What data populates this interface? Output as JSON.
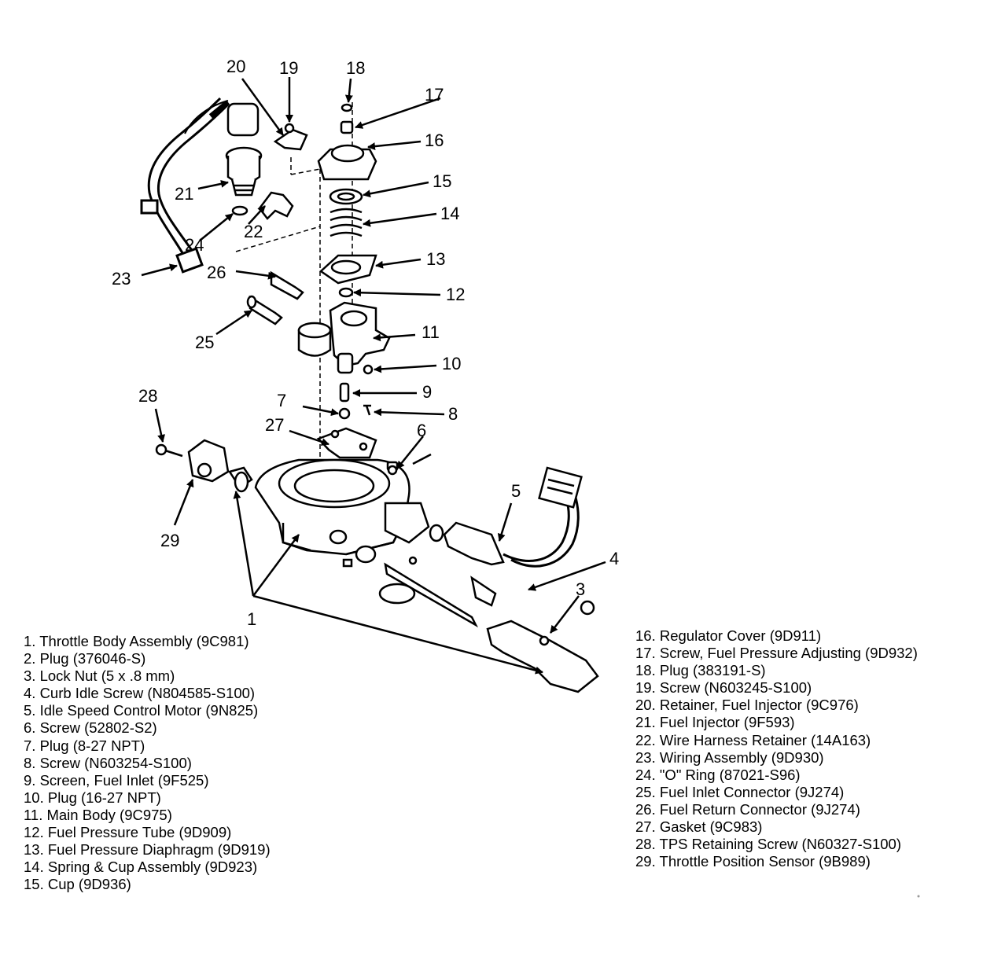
{
  "callouts": [
    "1",
    "3",
    "4",
    "5",
    "6",
    "7",
    "8",
    "9",
    "10",
    "11",
    "12",
    "13",
    "14",
    "15",
    "16",
    "17",
    "18",
    "19",
    "20",
    "21",
    "22",
    "23",
    "24",
    "25",
    "26",
    "27",
    "28",
    "29"
  ],
  "legend_left": [
    "1. Throttle Body Assembly (9C981)",
    "2. Plug (376046-S)",
    "3. Lock Nut (5 x .8 mm)",
    "4. Curb Idle Screw (N804585-S100)",
    "5. Idle Speed Control Motor (9N825)",
    "6. Screw (52802-S2)",
    "7. Plug (8-27 NPT)",
    "8. Screw (N603254-S100)",
    "9. Screen, Fuel Inlet (9F525)",
    "10. Plug (16-27 NPT)",
    "11. Main Body (9C975)",
    "12. Fuel Pressure Tube (9D909)",
    "13. Fuel Pressure Diaphragm (9D919)",
    "14. Spring & Cup Assembly (9D923)",
    "15. Cup (9D936)"
  ],
  "legend_right": [
    "16. Regulator Cover (9D911)",
    "17. Screw, Fuel Pressure Adjusting (9D932)",
    "18. Plug (383191-S)",
    "19. Screw (N603245-S100)",
    "20. Retainer, Fuel Injector (9C976)",
    "21. Fuel Injector (9F593)",
    "22. Wire Harness Retainer (14A163)",
    "23. Wiring Assembly (9D930)",
    "24. \"O\" Ring (87021-S96)",
    "25. Fuel Inlet Connector (9J274)",
    "26. Fuel Return Connector (9J274)",
    "27. Gasket (9C983)",
    "28. TPS Retaining Screw (N60327-S100)",
    "29. Throttle Position Sensor (9B989)"
  ]
}
